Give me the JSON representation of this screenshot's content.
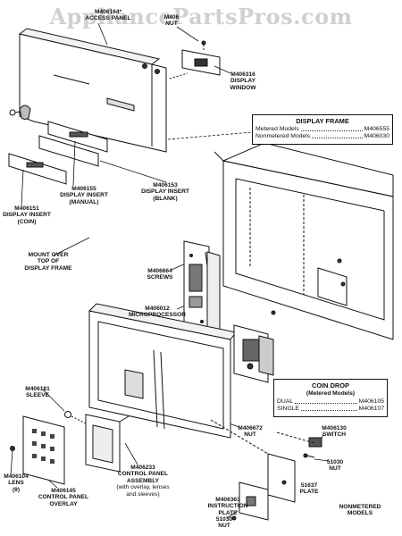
{
  "watermark": "AppliancePartsPros.com",
  "labels": {
    "access_panel": [
      "M406164*",
      "ACCESS PANEL"
    ],
    "nut_top": [
      "M406",
      "NUT"
    ],
    "display_window": [
      "M406316",
      "DISPLAY",
      "WINDOW"
    ],
    "display_insert_manual": [
      "M406155",
      "DISPLAY INSERT",
      "(MANUAL)"
    ],
    "display_insert_blank": [
      "M406153",
      "DISPLAY INSERT",
      "(BLANK)"
    ],
    "display_insert_coin": [
      "M406151",
      "DISPLAY INSERT",
      "(COIN)"
    ],
    "mount_over": [
      "MOUNT OVER",
      "TOP OF",
      "DISPLAY FRAME"
    ],
    "screws": [
      "M406664",
      "SCREWS"
    ],
    "microprocessor": [
      "M406012",
      "MICROPROCESSOR"
    ],
    "sleeve": [
      "M406181",
      "SLEEVE"
    ],
    "nut_mid": [
      "M406672",
      "NUT"
    ],
    "switch": [
      "M406130",
      "SWITCH"
    ],
    "nut_switch": [
      "51030",
      "NUT"
    ],
    "lens": [
      "M406104",
      "LENS",
      "(9)"
    ],
    "control_panel_overlay": [
      "M406145",
      "CONTROL PANEL",
      "OVERLAY"
    ],
    "control_panel_assembly": [
      "M406233",
      "CONTROL PANEL",
      "ASSEMBLY",
      "(with overlay, lenses",
      "and sleeves)"
    ],
    "plate": [
      "51637",
      "PLATE"
    ],
    "instruction_plate": [
      "M406363",
      "INSTRUCTION",
      "PLATE"
    ],
    "nut_bottom": [
      "51030",
      "NUT"
    ],
    "nonmetered": [
      "NONMETERED",
      "MODELS"
    ]
  },
  "display_frame": {
    "title": "DISPLAY FRAME",
    "rows": [
      {
        "label": "Metered Models",
        "part": "M406555"
      },
      {
        "label": "Nonmetered Models",
        "part": "M406030"
      }
    ]
  },
  "coin_drop": {
    "title": "COIN DROP",
    "subtitle": "(Metered Models)",
    "rows": [
      {
        "label": "DUAL",
        "part": "M406105"
      },
      {
        "label": "SINGLE",
        "part": "M406107"
      }
    ]
  }
}
